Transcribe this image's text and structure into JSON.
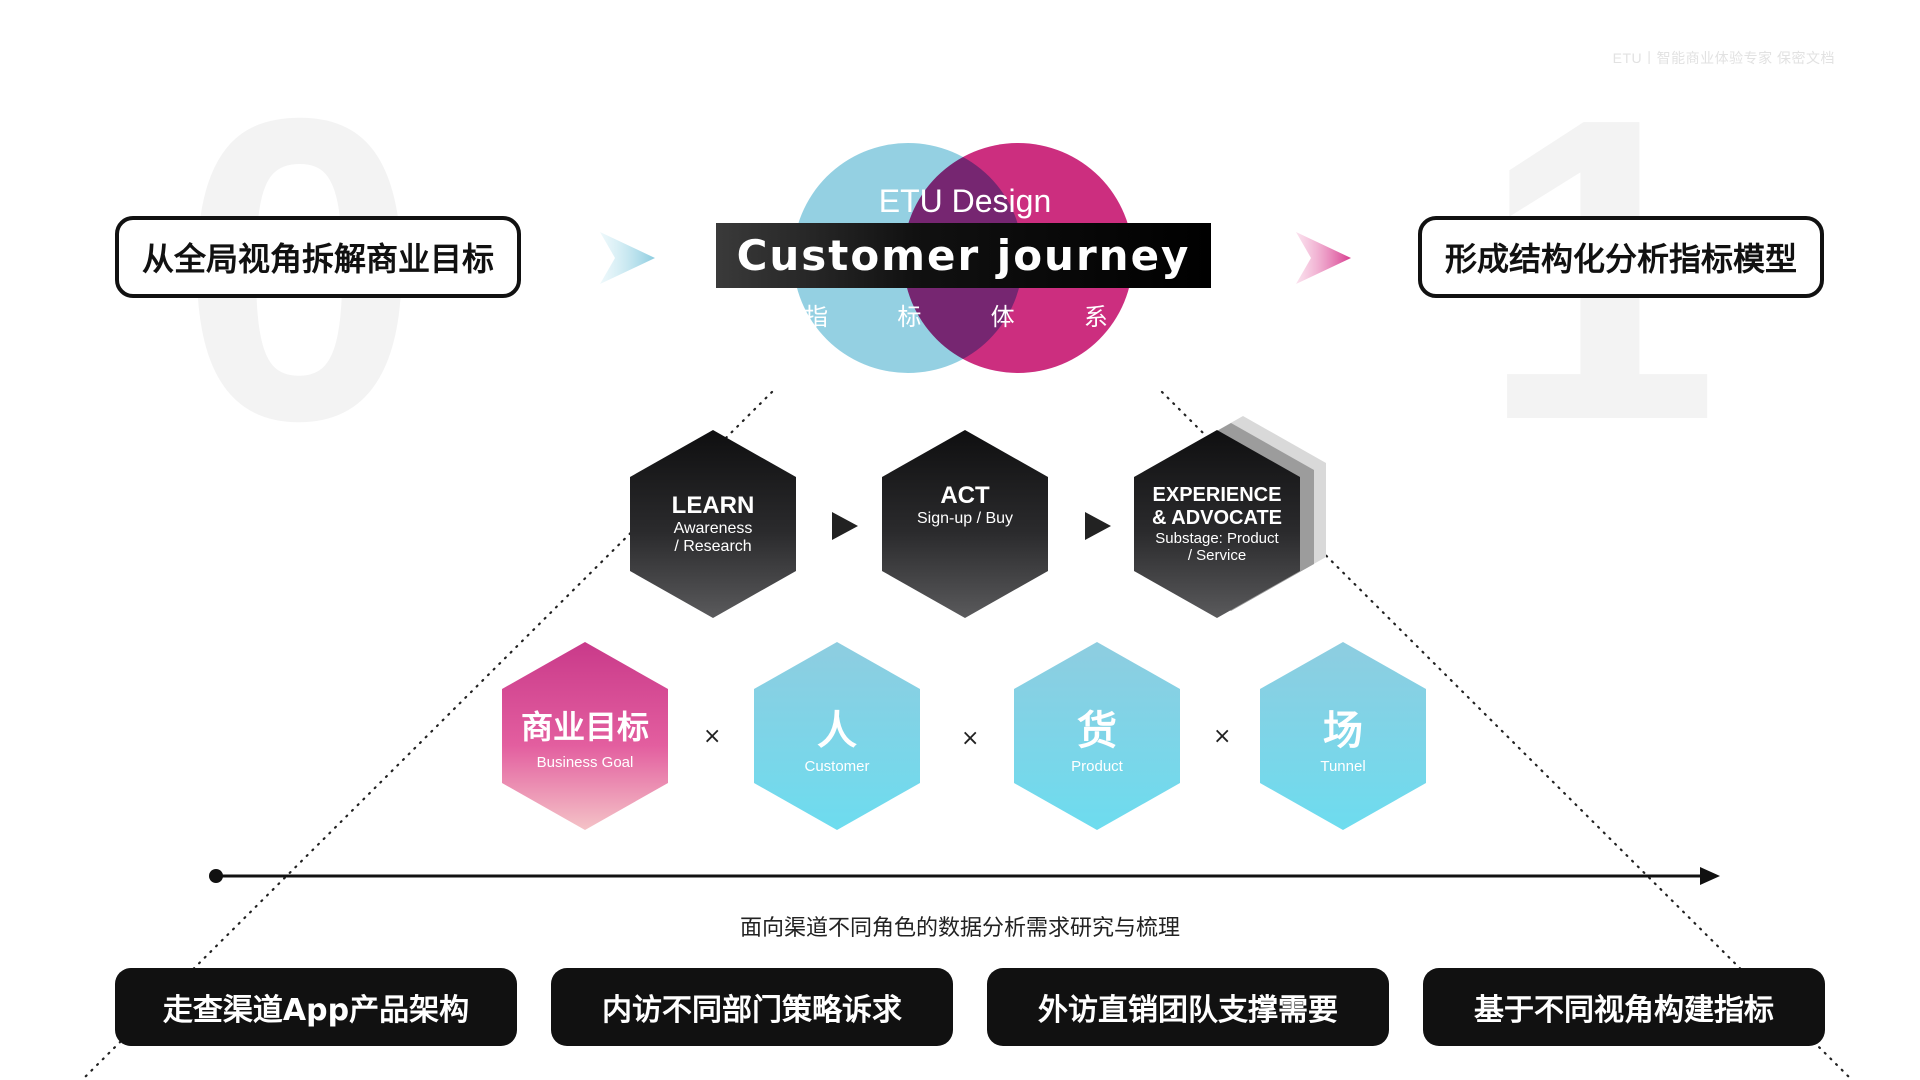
{
  "header": {
    "note": "ETU丨智能商业体验专家  保密文档"
  },
  "bg_number": {
    "digit_left": "0",
    "digit_right": "1"
  },
  "top": {
    "left_goal": "从全局视角拆解商业目标",
    "right_goal": "形成结构化分析指标模型",
    "center": {
      "subtitle": "ETU Design",
      "title": "Customer journey",
      "cn_label": "指  标  体  系"
    }
  },
  "stages": [
    {
      "title": "LEARN",
      "sub1": "Awareness",
      "sub2": "/ Research"
    },
    {
      "title": "ACT",
      "sub1": "Sign-up / Buy",
      "sub2": ""
    },
    {
      "title": "EXPERIENCE",
      "title2": "& ADVOCATE",
      "sub1": "Substage: Product",
      "sub2": "/ Service"
    }
  ],
  "factors": [
    {
      "cn": "商业目标",
      "en": "Business Goal"
    },
    {
      "cn": "人",
      "en": "Customer"
    },
    {
      "cn": "货",
      "en": "Product"
    },
    {
      "cn": "场",
      "en": "Tunnel"
    }
  ],
  "times_symbol": "×",
  "caption": "面向渠道不同角色的数据分析需求研究与梳理",
  "bottom_boxes": [
    "走查渠道App产品架构",
    "内访不同部门策略诉求",
    "外访直销团队支撑需要",
    "基于不同视角构建指标"
  ],
  "colors": {
    "cyan": "#8ecde0",
    "magenta": "#cc2e7f",
    "dark": "#111111"
  }
}
